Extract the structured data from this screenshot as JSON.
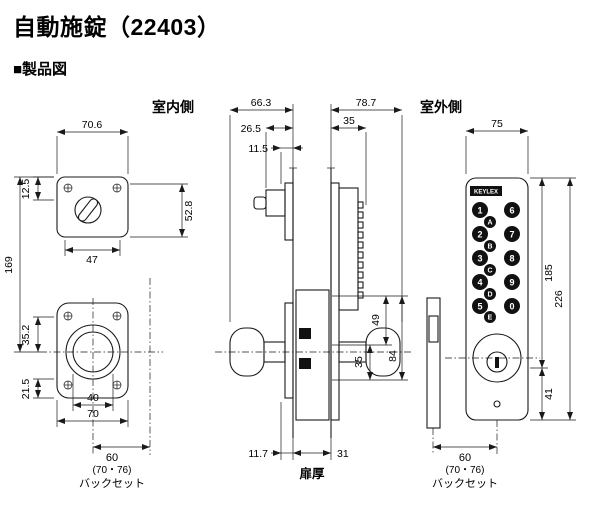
{
  "header": {
    "title": "自動施錠（22403）",
    "section": "■製品図"
  },
  "labels": {
    "indoor": "室内側",
    "outdoor": "室外側",
    "door_thickness": "扉厚",
    "backset_left": {
      "value": "60",
      "range": "(70・76)",
      "caption": "バックセット"
    },
    "backset_right": {
      "value": "60",
      "range": "(70・76)",
      "caption": "バックセット"
    }
  },
  "dims": {
    "indoor_plate_width": "70.6",
    "indoor_top_offset": "12.5",
    "indoor_plate_height": "52.8",
    "indoor_inner_width": "47",
    "indoor_total_height": "169",
    "indoor_rose_upper": "35.2",
    "indoor_rose_lower": "21.5",
    "indoor_knob_dia": "40",
    "indoor_rose_width": "70",
    "side_indoor_depth": "66.3",
    "side_turn_depth": "26.5",
    "side_plate_depth": "11.5",
    "side_outdoor_depth": "78.7",
    "side_body_depth": "35",
    "case_upper": "49",
    "case_lower": "35",
    "case_total": "84",
    "indoor_protrusion": "11.7",
    "door_thickness_value": "31",
    "outdoor_width": "75",
    "outdoor_upper_height": "185",
    "outdoor_total_height": "226",
    "outdoor_lower_height": "41"
  },
  "keypad": {
    "brand": "KEYLEX",
    "left": [
      "1",
      "2",
      "3",
      "4",
      "5"
    ],
    "right": [
      "6",
      "7",
      "8",
      "9",
      "0"
    ],
    "letters": [
      "A",
      "B",
      "C",
      "D",
      "E"
    ]
  }
}
